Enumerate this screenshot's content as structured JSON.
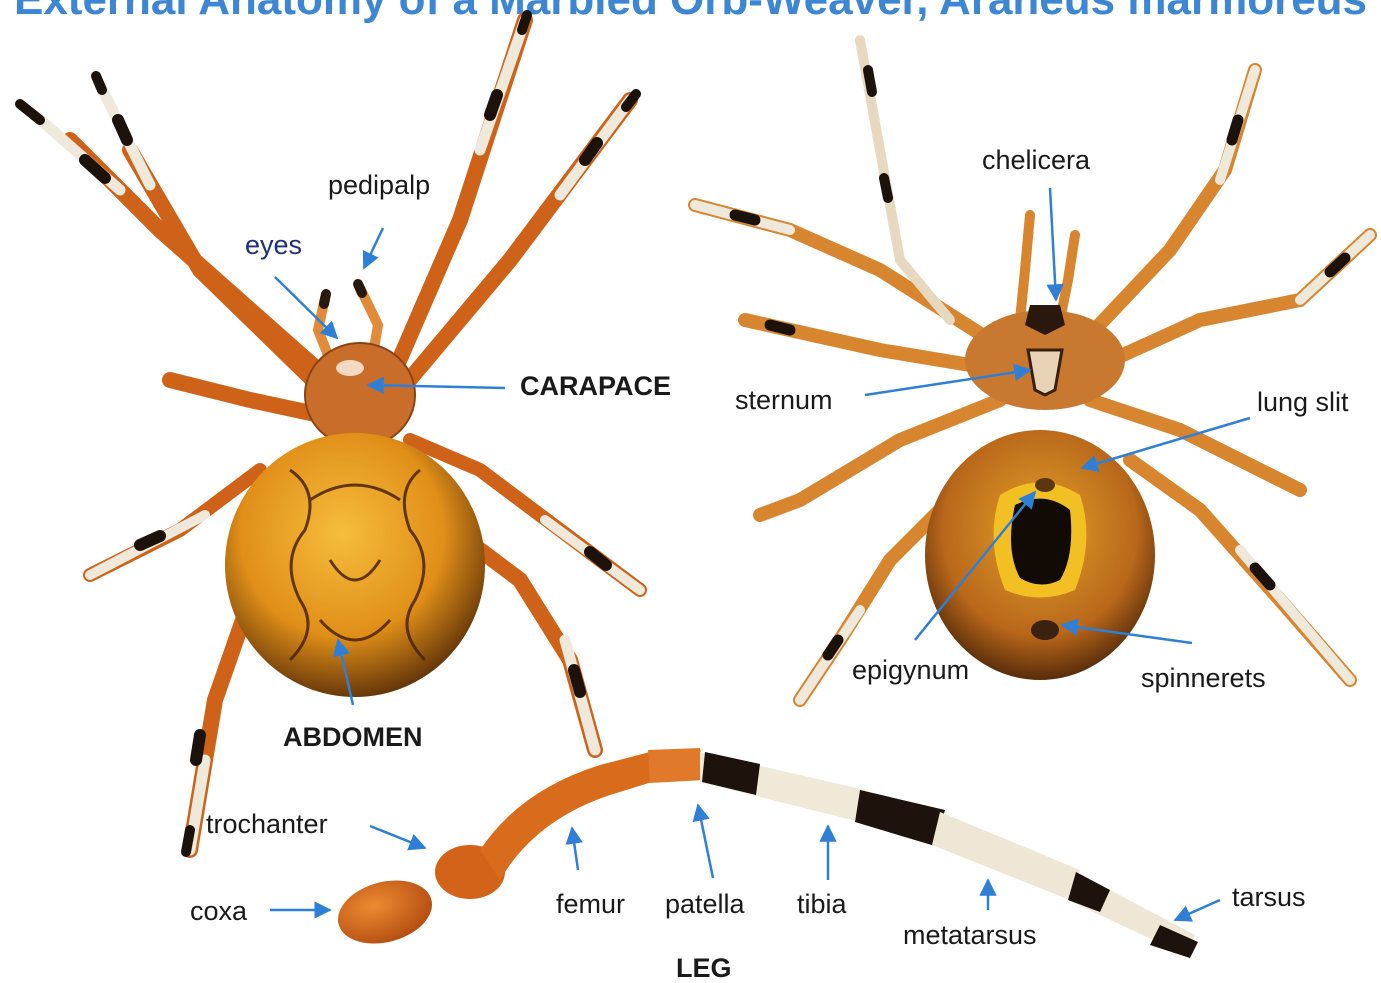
{
  "title": "External Anatomy of a Marbled Orb-Weaver, Araneus marmoreus",
  "colors": {
    "arrow": "#2f7fd6",
    "title": "#3d86d3",
    "abdomen_orange": "#e89a1a",
    "leg_orange": "#d5621a",
    "leg_pale": "#f1ece0",
    "band_dark": "#1c120c"
  },
  "dorsal_view": {
    "labels": {
      "eyes": "eyes",
      "pedipalp": "pedipalp",
      "carapace": "CARAPACE",
      "abdomen": "ABDOMEN"
    }
  },
  "ventral_view": {
    "labels": {
      "chelicera": "chelicera",
      "sternum": "sternum",
      "lung_slit": "lung slit",
      "epigynum": "epigynum",
      "spinnerets": "spinnerets"
    }
  },
  "leg_view": {
    "title": "LEG",
    "labels": {
      "trochanter": "trochanter",
      "coxa": "coxa",
      "femur": "femur",
      "patella": "patella",
      "tibia": "tibia",
      "metatarsus": "metatarsus",
      "tarsus": "tarsus"
    }
  }
}
